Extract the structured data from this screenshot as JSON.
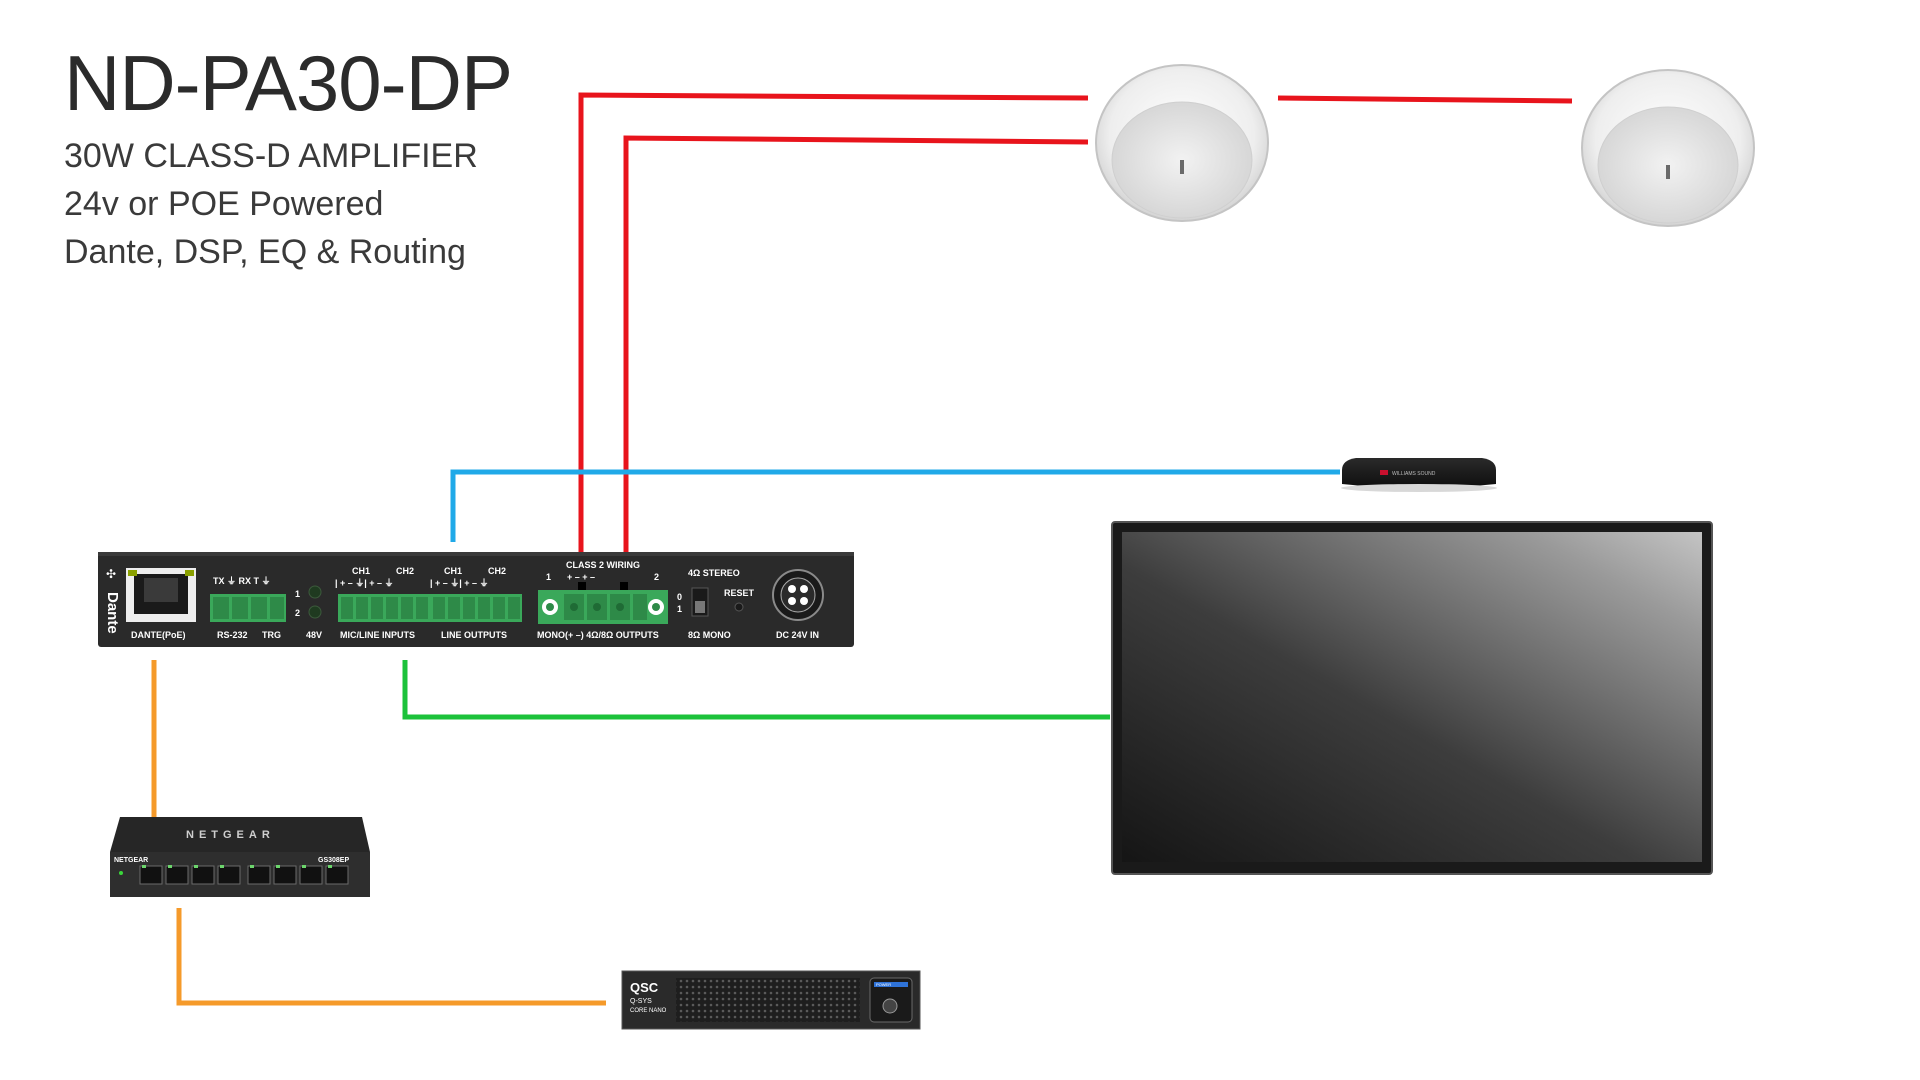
{
  "title": "ND-PA30-DP",
  "subtitles": [
    "30W CLASS-D AMPLIFIER",
    "24v or POE Powered",
    "Dante, DSP, EQ & Routing"
  ],
  "colors": {
    "speaker_wire": "#e8141c",
    "analog_input_wire": "#20a9e8",
    "line_output_wire": "#1cc23a",
    "network_wire": "#f59a2a",
    "device_body": "#2a2a2a",
    "terminal_green": "#3aa85a"
  },
  "amplifier": {
    "dante_logo": "Dante",
    "port_labels": {
      "dante": "DANTE(PoE)",
      "rs232": "RS-232",
      "trg": "TRG",
      "v48": "48V",
      "mic_line": "MIC/LINE INPUTS",
      "line_out": "LINE OUTPUTS",
      "outputs": "MONO(+   –) 4Ω/8Ω OUTPUTS",
      "dc": "DC 24V IN"
    },
    "top_labels": {
      "rs232_pins": "TX ⏚ RX  T  ⏚",
      "ch1_in": "CH1",
      "ch2_in": "CH2",
      "ch1_out": "CH1",
      "ch2_out": "CH2",
      "pins_in": "| + – ⏚| + – ⏚",
      "pins_out": "| + – ⏚| + – ⏚",
      "class2": "CLASS 2 WIRING",
      "class2_pins": "+  –      +  –",
      "out_num1": "1",
      "out_num2": "2",
      "stereo": "4Ω  STEREO",
      "reset": "RESET",
      "mono": "8Ω  MONO",
      "num1": "1",
      "num2": "2",
      "num0": "0",
      "num1b": "1"
    }
  },
  "switch": {
    "brand": "NETGEAR",
    "brand_front": "NETGEAR",
    "model": "GS308EP"
  },
  "dsp": {
    "brand": "QSC",
    "model": "Q-SYS",
    "sub": "CORE NANO",
    "power": "POWER"
  },
  "receiver": {
    "brand": "WILLIAMS SOUND"
  }
}
